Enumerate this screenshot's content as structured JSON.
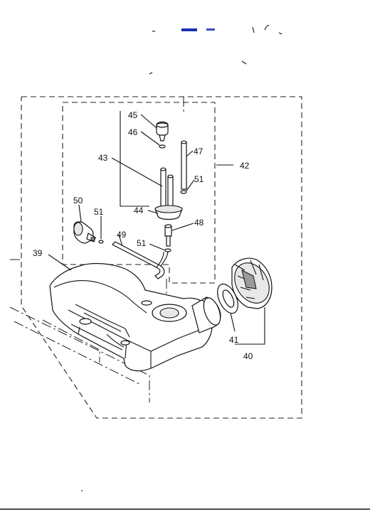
{
  "diagram": {
    "part_labels": {
      "p39": "39",
      "p40": "40",
      "p41": "41",
      "p42": "42",
      "p43": "43",
      "p44": "44",
      "p45": "45",
      "p46": "46",
      "p47": "47",
      "p48": "48",
      "p49": "49",
      "p50": "50",
      "p51a": "51",
      "p51b": "51",
      "p51c": "51"
    },
    "colors": {
      "line": "#111111",
      "accent_blue": "#1a2fb0",
      "background": "#ffffff"
    }
  }
}
